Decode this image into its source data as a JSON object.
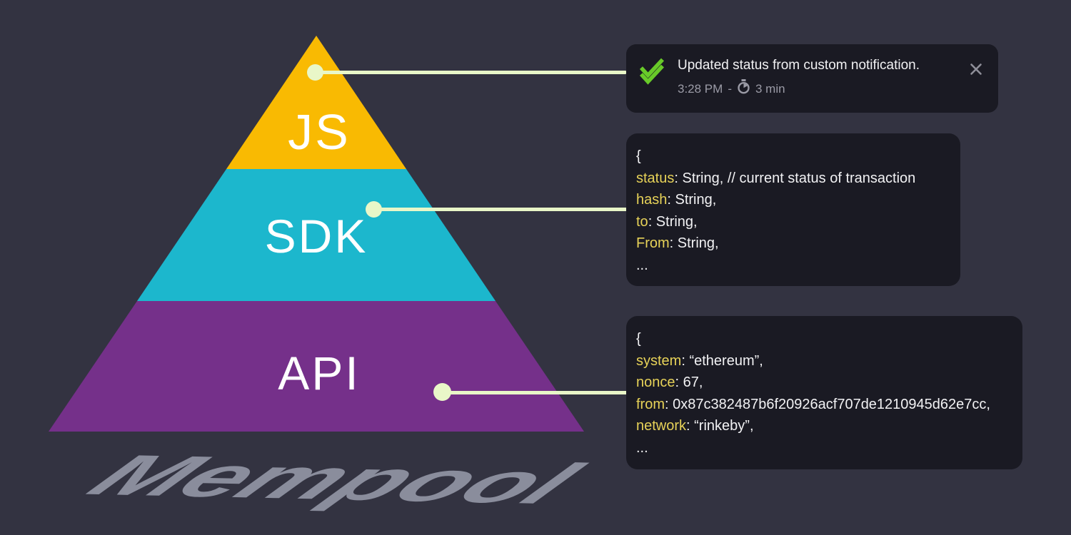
{
  "colors": {
    "bg": "#333341",
    "panel": "#1a1a23",
    "text": "#f2f2f4",
    "muted": "#9b9ba6",
    "key": "#e7d258",
    "connector": "#e9f7c8",
    "check": "#68ca29",
    "close": "#8f8f99",
    "label": "#ffffff",
    "mempool": "#8a8d9c"
  },
  "pyramid": {
    "layers": [
      {
        "label": "JS",
        "color": "#f9ba02"
      },
      {
        "label": "SDK",
        "color": "#1cb7cd"
      },
      {
        "label": "API",
        "color": "#75308a"
      }
    ],
    "shadow_text": "Mempool"
  },
  "notification": {
    "message": "Updated status from custom notification.",
    "time": "3:28 PM",
    "separator": "-",
    "duration": "3 min"
  },
  "code_panels": [
    {
      "lines": [
        {
          "key": "",
          "rest": "{"
        },
        {
          "key": "status",
          "rest": ": String, // current status of transaction"
        },
        {
          "key": "hash",
          "rest": ": String,"
        },
        {
          "key": "to",
          "rest": ": String,"
        },
        {
          "key": "From",
          "rest": ": String,"
        },
        {
          "key": "",
          "rest": "..."
        }
      ]
    },
    {
      "lines": [
        {
          "key": "",
          "rest": "{"
        },
        {
          "key": "system",
          "rest": ": “ethereum”,"
        },
        {
          "key": "nonce",
          "rest": ": 67,"
        },
        {
          "key": "from",
          "rest": ": 0x87c382487b6f20926acf707de1210945d62e7cc,"
        },
        {
          "key": "network",
          "rest": ": “rinkeby”,"
        },
        {
          "key": "",
          "rest": "..."
        }
      ]
    }
  ]
}
